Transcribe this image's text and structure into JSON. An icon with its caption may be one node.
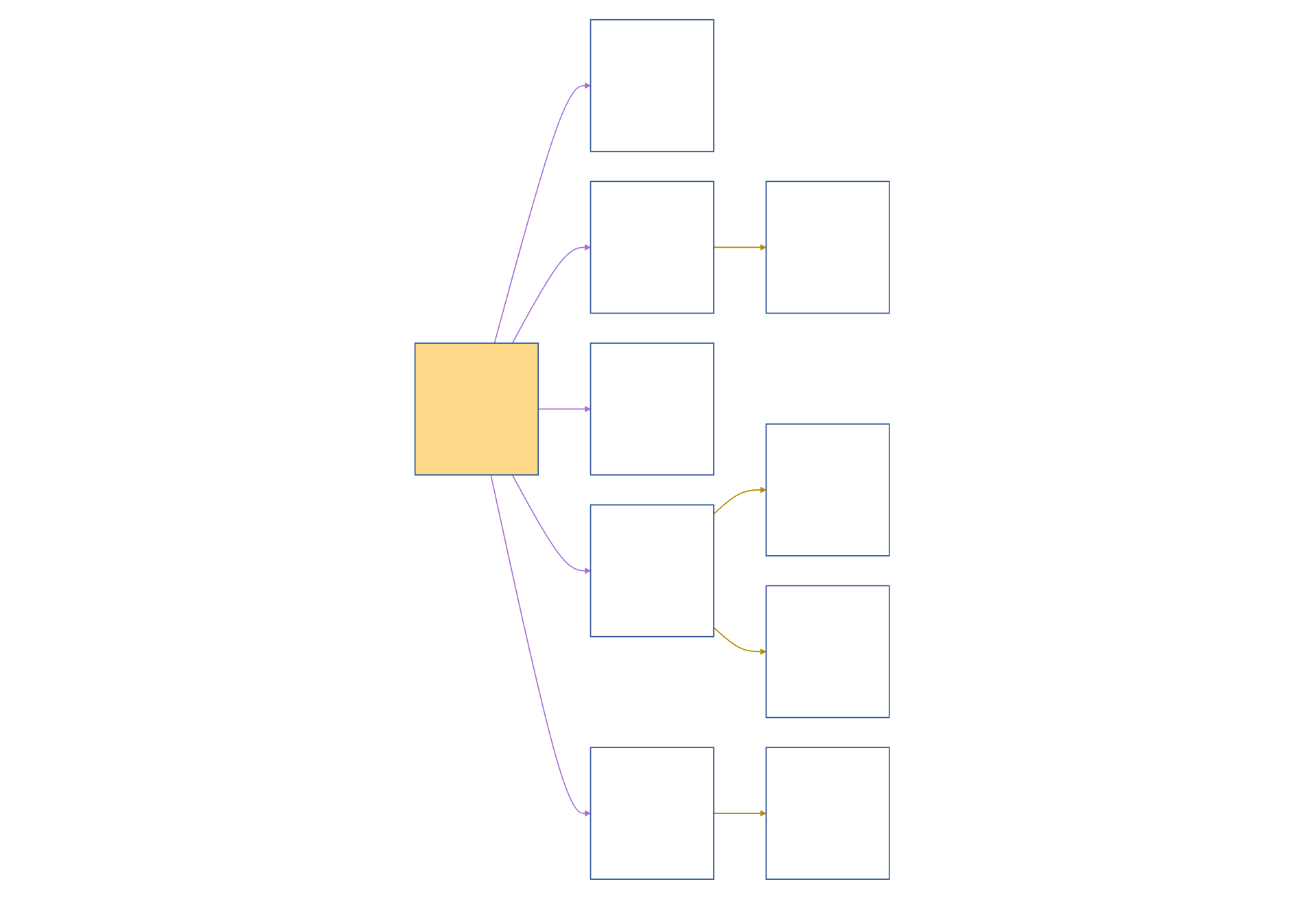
{
  "diagram": {
    "nodes": [
      {
        "text": [],
        "shape": "box"
      },
      {
        "text": [],
        "shape": "box"
      },
      {
        "text": [],
        "shape": "box"
      },
      {
        "text": [],
        "shape": "box"
      },
      {
        "text": [],
        "shape": "box"
      },
      {
        "text": [],
        "shape": "box"
      },
      {
        "text": [],
        "shape": "box"
      },
      {
        "text": [],
        "shape": "box"
      },
      {
        "text": [],
        "shape": "box"
      },
      {
        "text": [],
        "shape": "box"
      }
    ],
    "edges": [
      {
        "from": 3,
        "to": 1,
        "arrow": "to"
      },
      {
        "from": 3,
        "to": 7,
        "arrow": "to"
      },
      {
        "from": 3,
        "to": 0,
        "arrow": "to"
      },
      {
        "from": 3,
        "to": 4,
        "arrow": "to"
      },
      {
        "from": 3,
        "to": 5,
        "arrow": "to"
      },
      {
        "from": 1,
        "to": 2,
        "arrow": "to",
        "color": "#b88a00"
      },
      {
        "from": 5,
        "to": 6,
        "arrow": "to",
        "color": "#b88a00"
      },
      {
        "from": 7,
        "to": 9,
        "arrow": "to",
        "color": "#b88a00"
      },
      {
        "from": 7,
        "to": 8,
        "arrow": "to",
        "color": "#b88a00"
      }
    ]
  }
}
